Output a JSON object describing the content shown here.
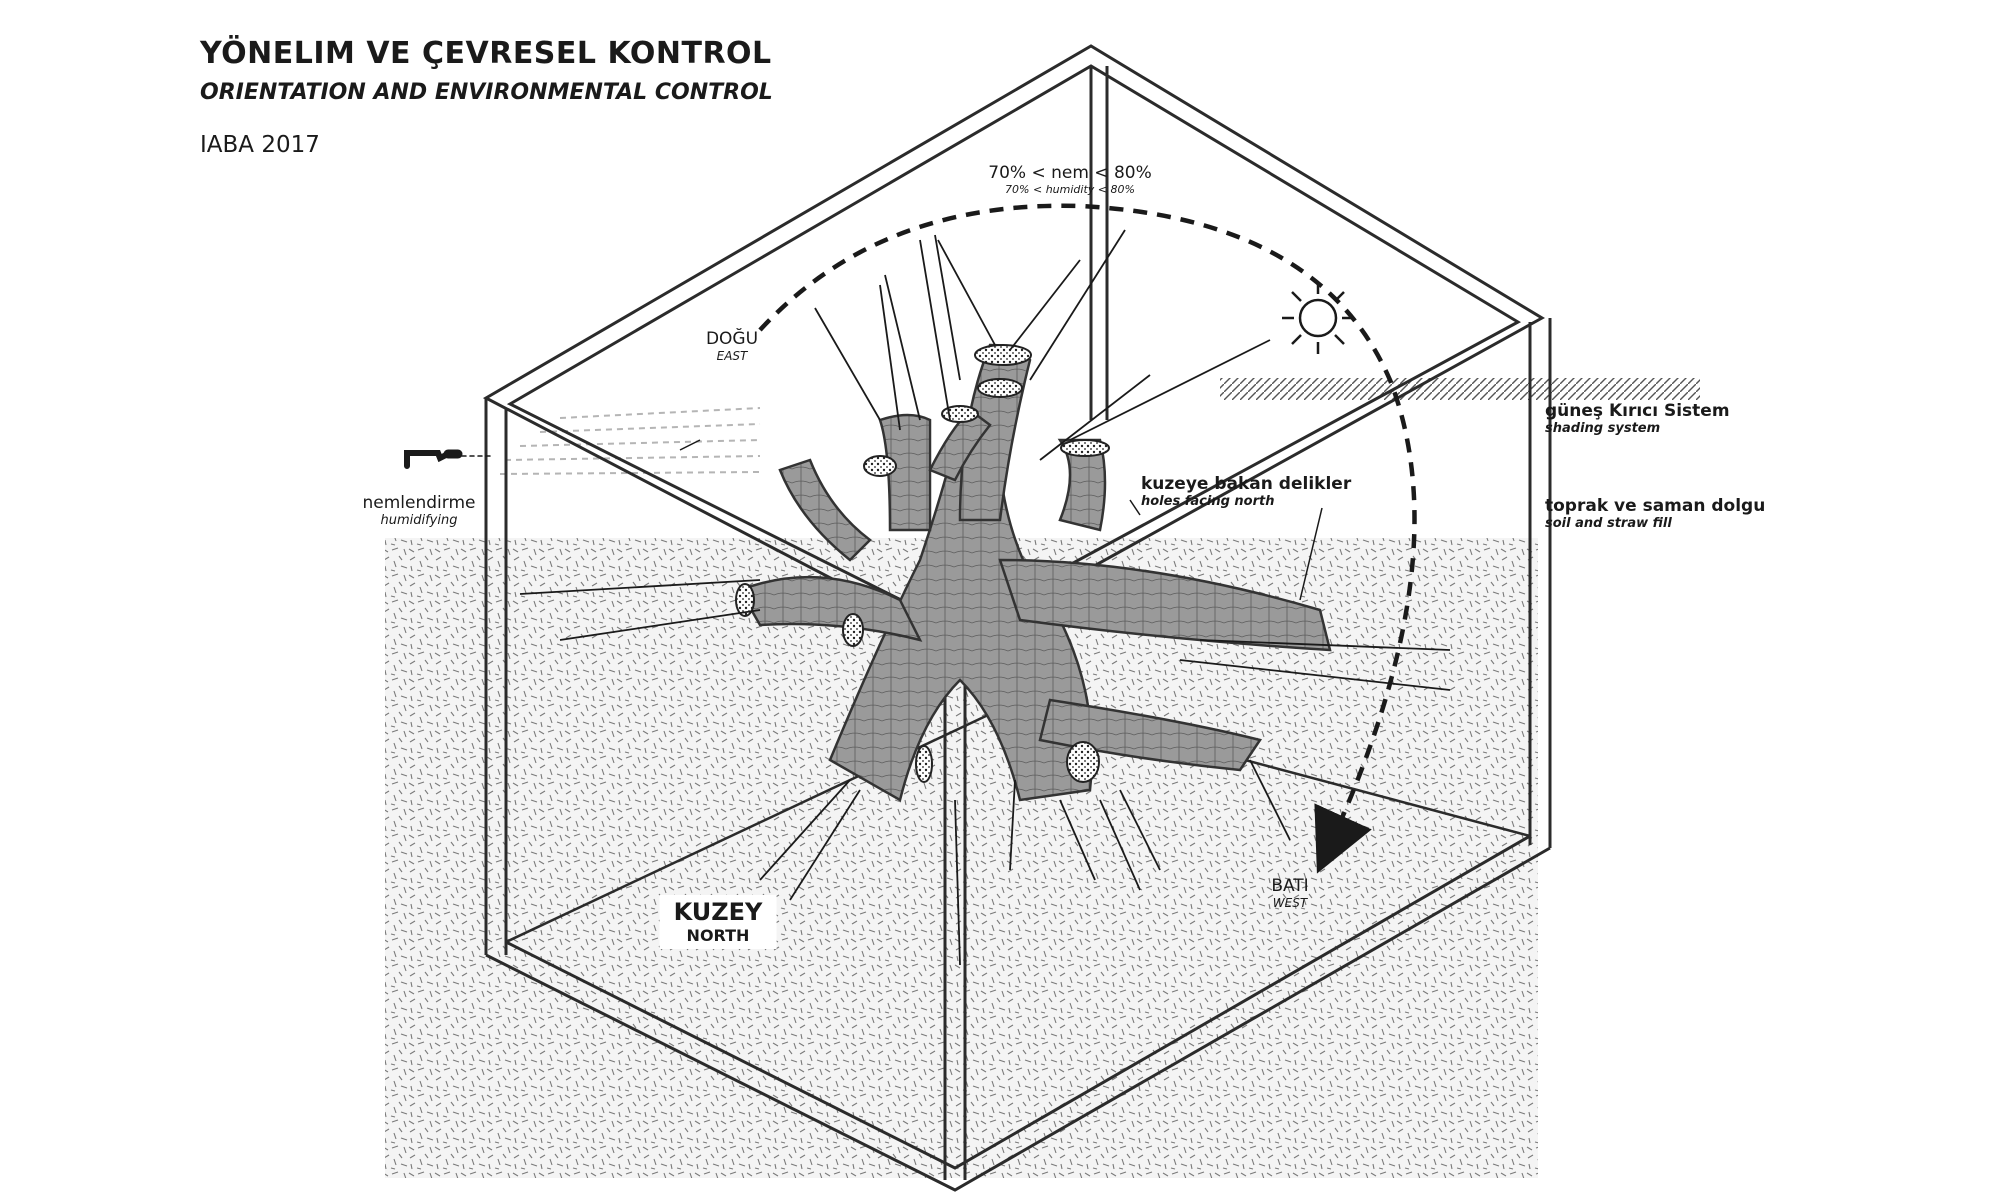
{
  "header": {
    "title": "YÖNELIM VE ÇEVRESEL  KONTROL",
    "subtitle": "ORIENTATION AND ENVIRONMENTAL CONTROL",
    "year": "IABA 2017"
  },
  "labels": {
    "humidity": {
      "tr": "70% < nem < 80%",
      "en": "70% < humidity < 80%"
    },
    "east": {
      "tr": "DOĞU",
      "en": "EAST"
    },
    "west": {
      "tr": "BATI",
      "en": "WEST"
    },
    "north": {
      "tr": "KUZEY",
      "en": "NORTH"
    },
    "humidifying": {
      "tr": "nemlendirme",
      "en": "humidifying"
    },
    "shading": {
      "tr": "güneş Kırıcı Sistem",
      "en": "shading system"
    },
    "holes": {
      "tr": "kuzeye bakan delikler",
      "en": "holes facing north"
    },
    "fill": {
      "tr": "toprak ve saman dolgu",
      "en": "soil and straw fill"
    }
  },
  "icons": {
    "sun": "sun-icon",
    "faucet": "humidifier-nozzle-icon"
  },
  "colors": {
    "ink": "#1a1a1a",
    "soil": "#d9d9d9",
    "structure": "#8c8c8c",
    "frame": "#2b2b2b"
  }
}
